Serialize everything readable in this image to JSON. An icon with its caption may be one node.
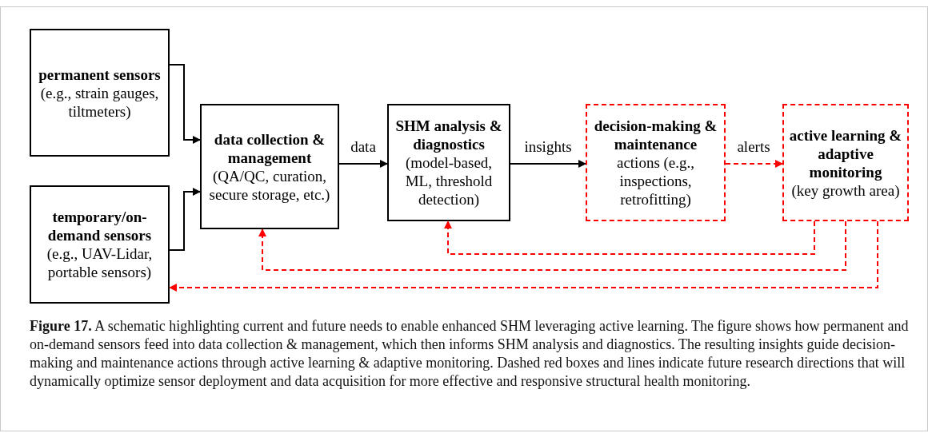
{
  "diagram": {
    "caption": "**Figure 17.** A schematic highlighting current and future needs to enable enhanced SHM leveraging active learning. The figure shows how permanent and on-demand sensors feed into data collection & management, which then informs SHM analysis and diagnostics. The resulting insights guide decision-making and maintenance actions through active learning & adaptive monitoring. Dashed red boxes and lines indicate future research directions that will dynamically optimize sensor deployment and data acquisition for more effective and responsive structural health monitoring.",
    "nodes": [
      {
        "text": [
          "permanent sensors",
          "(e.g., strain gauges, tiltmeters)"
        ]
      },
      {
        "text": [
          "temporary/on-demand sensors",
          "(e.g., UAV-Lidar, portable sensors)"
        ]
      },
      {
        "text": [
          "data collection & management",
          "(QA/QC, curation, secure storage, etc.)"
        ]
      },
      {
        "text": [
          "SHM analysis & diagnostics",
          "(model-based, ML, threshold detection)"
        ]
      },
      {
        "text": [
          "decision-making & maintenance",
          "actions (e.g., inspections, retrofitting)"
        ]
      },
      {
        "text": [
          "active learning & adaptive monitoring",
          "(key growth area)"
        ]
      }
    ],
    "edges": [
      {
        "from": 0,
        "to": 2,
        "arrow": "to"
      },
      {
        "from": 1,
        "to": 2,
        "arrow": "to"
      },
      {
        "from": 2,
        "to": 3,
        "arrow": "to",
        "label": "data"
      },
      {
        "from": 3,
        "to": 4,
        "arrow": "to",
        "label": "insights"
      },
      {
        "from": 4,
        "to": 5,
        "arrow": "to",
        "label": "alerts",
        "style": "dashed",
        "color": "#ff0000"
      },
      {
        "from": 5,
        "to": 3,
        "arrow": "to",
        "style": "dashed",
        "color": "#ff0000"
      },
      {
        "from": 5,
        "to": 2,
        "arrow": "to",
        "style": "dashed",
        "color": "#ff0000"
      },
      {
        "from": 5,
        "to": 1,
        "arrow": "to",
        "style": "dashed",
        "color": "#ff0000"
      }
    ]
  }
}
